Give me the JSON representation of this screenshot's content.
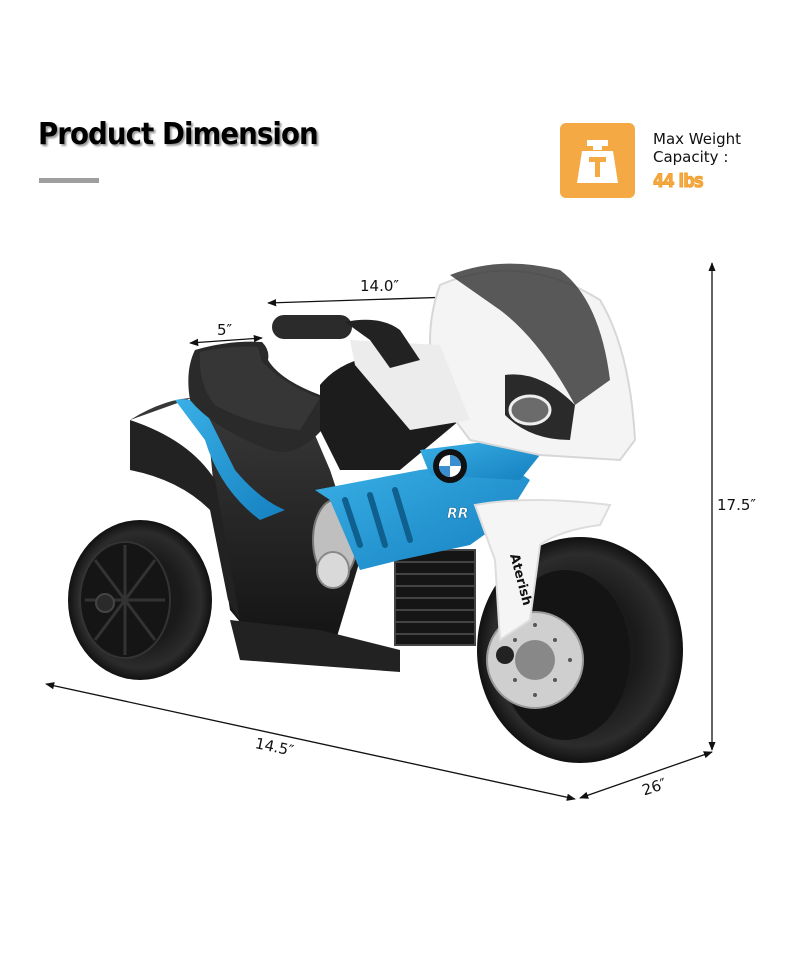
{
  "header": {
    "title": "Product Dimension"
  },
  "weight_capacity": {
    "icon": "weight-icon",
    "label_line1": "Max Weight",
    "label_line2": "Capacity :",
    "value": "44 lbs",
    "accent_color": "#f5a944"
  },
  "dimensions": {
    "handlebar_width": "14.0″",
    "seat_length": "5″",
    "height": "17.5″",
    "length": "14.5″",
    "width": "26″"
  },
  "product": {
    "badge_text": "RR",
    "fork_text": "Aterish",
    "body_color": "#1e9bd7"
  }
}
